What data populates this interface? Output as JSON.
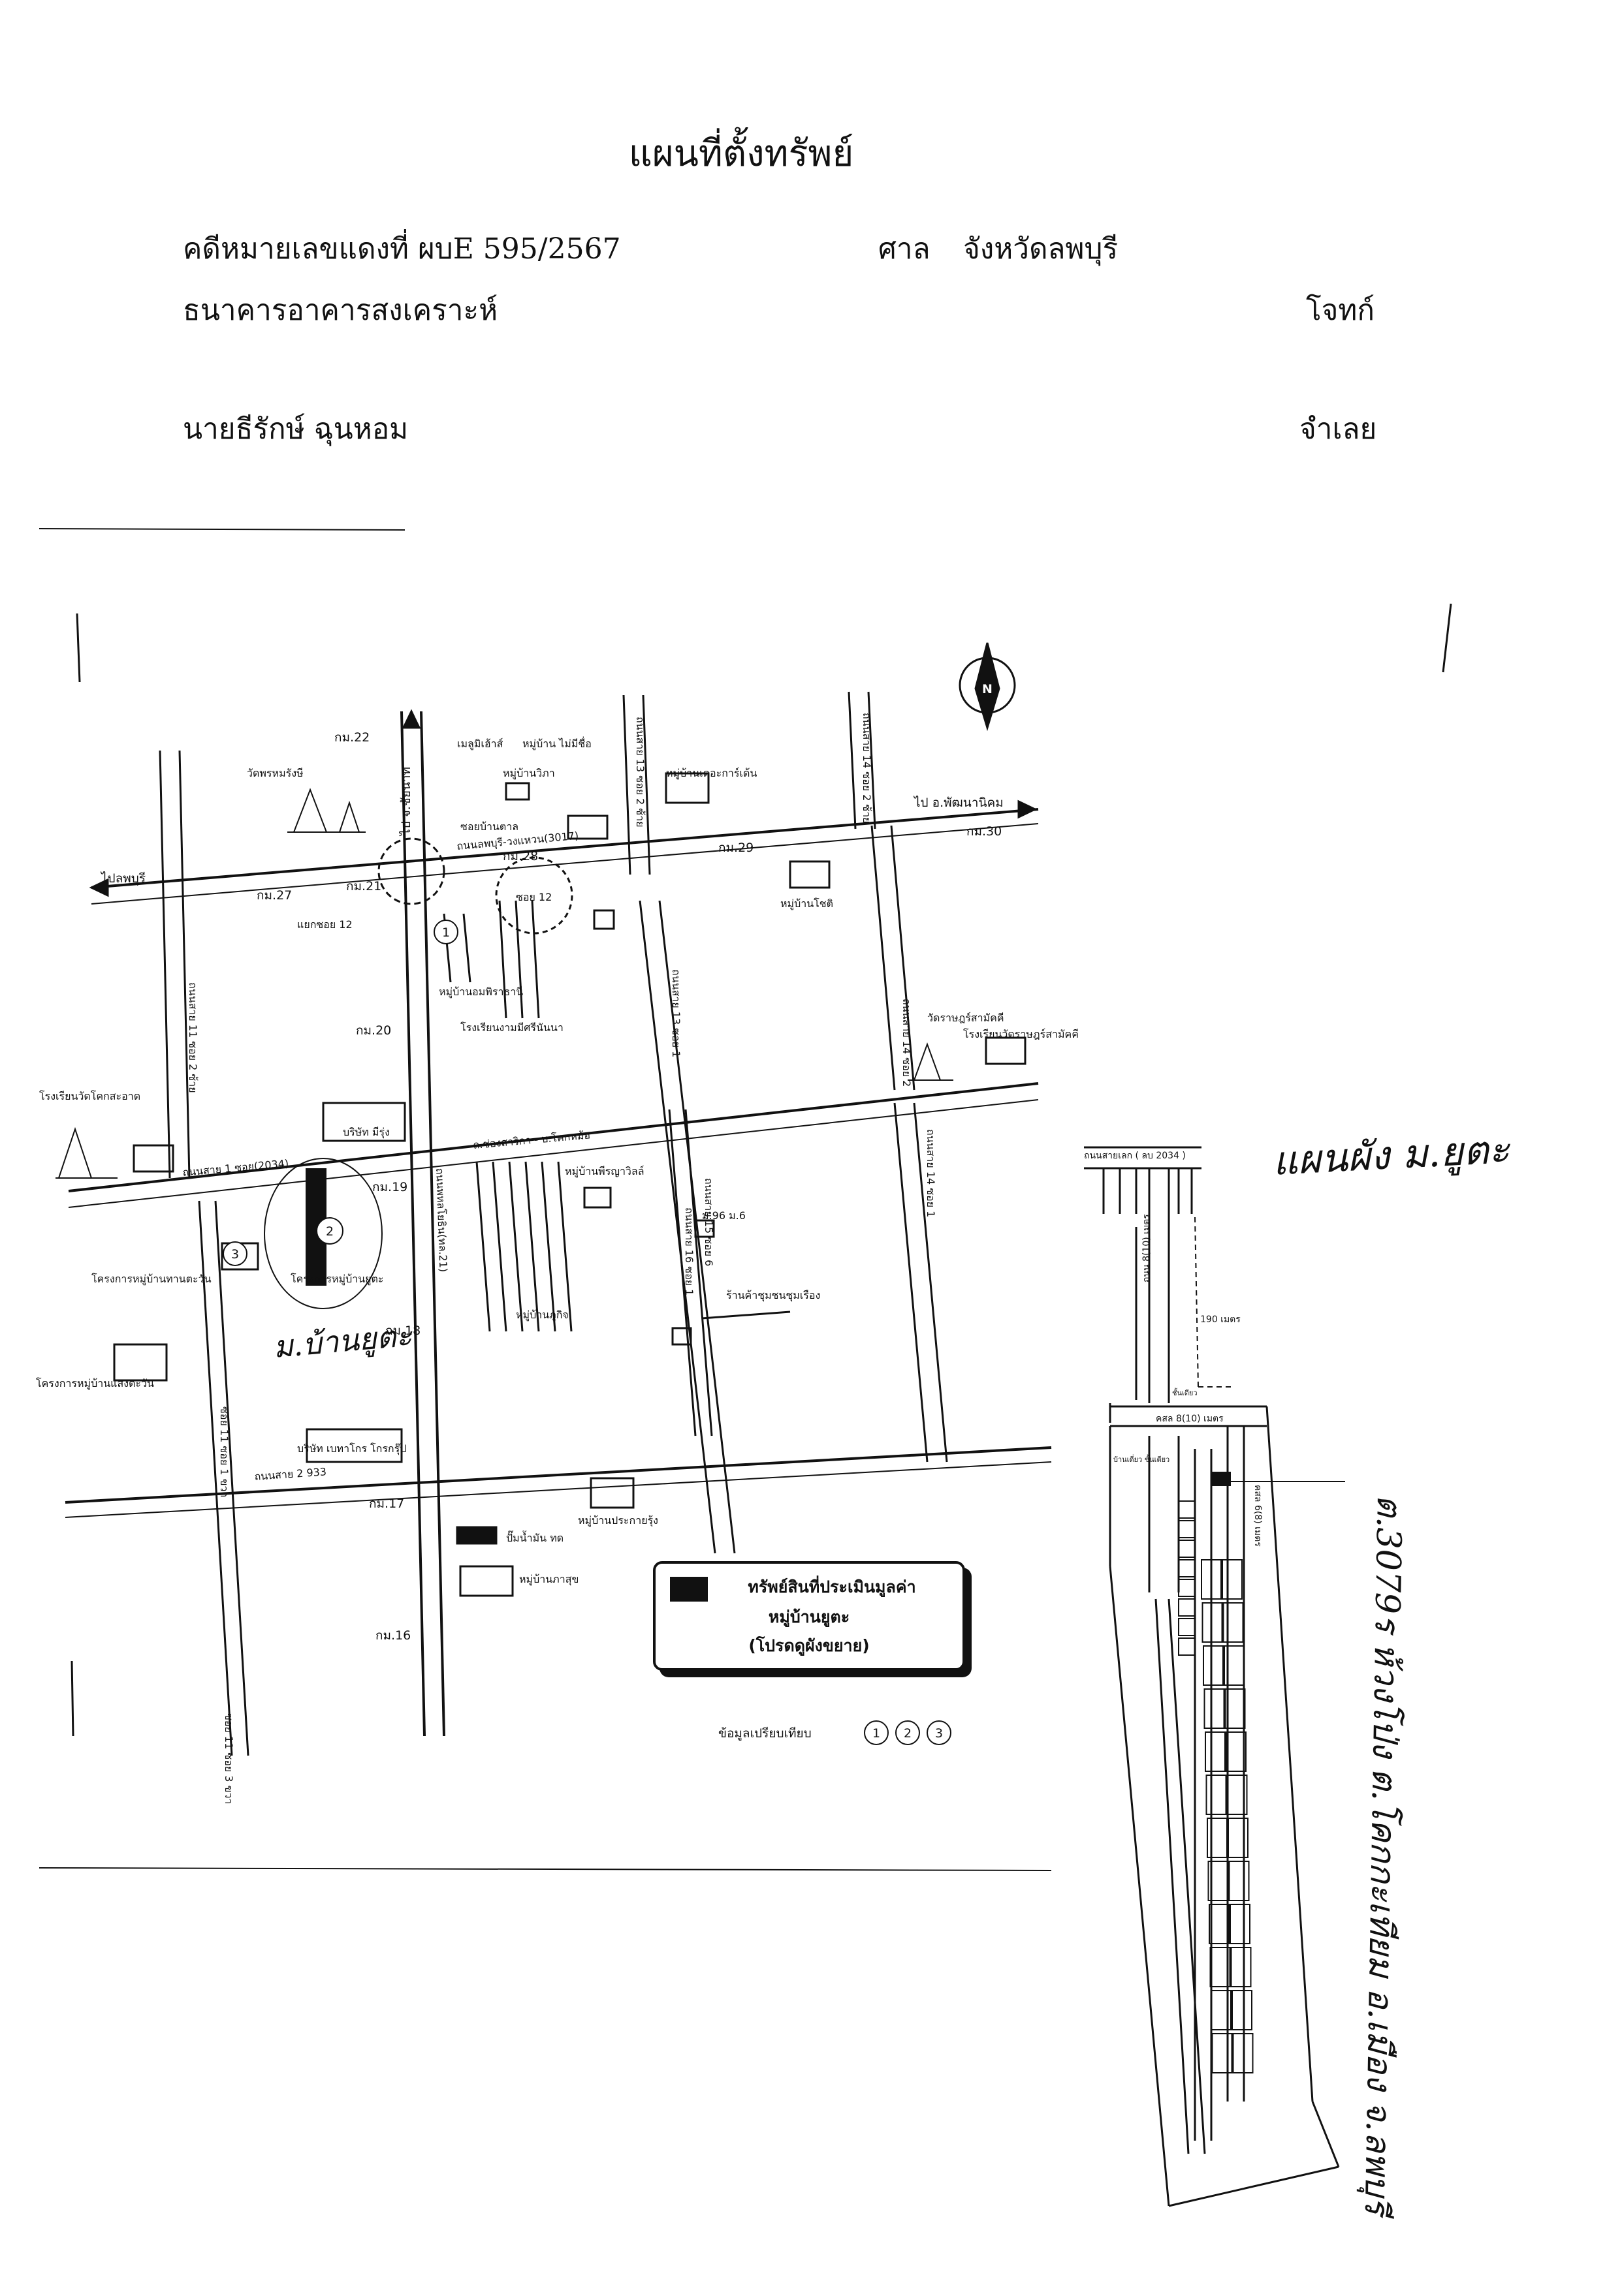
{
  "document": {
    "title": "แผนที่ตั้งทรัพย์",
    "case_label": "คดีหมายเลขแดงที่ ผบE 595/2567",
    "court_label": "ศาล",
    "court_name": "จังหวัดลพบุรี",
    "plaintiff": "ธนาคารอาคารสงเคราะห์",
    "plaintiff_role": "โจทก์",
    "defendant": "นายธีรักษ์ ฉุนหอม",
    "defendant_role": "จำเลย"
  },
  "map": {
    "km_markers": [
      "กม.22",
      "กม.21",
      "กม.27",
      "กม.20",
      "กม.19",
      "กม.18",
      "กม.17",
      "กม.16",
      "กม.29",
      "กม.30",
      "กม.28"
    ],
    "roads": {
      "to_lopburi": "ไปลพบุรี",
      "to_chainat": "ไป จ.ชัยนาท",
      "to_phatthananikhom": "ไป อ.พัฒนานิคม",
      "road_3017": "ถนนลพบุรี-วงแหวน(3017)",
      "road_2034": "ถนนสาย 1 ซอย(2034)",
      "road_2_933": "ถนนสาย 2 933",
      "road_21": "ถนนพหลโยธิน(ทล.21)",
      "road_kok_mo": "ถ.ช่องสาริกา - บ.โคกหม้อ",
      "junction_12": "แยกซอย 12",
      "alley_12": "ซอยบ้านตาล",
      "lane_cho": "ซอย 12",
      "vert_1": "ถนนสาย 11 ซอย 2 ซ้าย",
      "vert_2": "ซอย 11 ซอย 1 ขวา",
      "vert_3": "ซอย 11 ซอย 3 ขวา",
      "vert_4": "ถนนสาย 13 ซอย 2 ซ้าย",
      "vert_5": "ถนนสาย 14 ซอย 2 ซ้าย",
      "vert_6": "ถนนสาย 13 ซอย 1",
      "vert_7": "ถนนสาย 14 ซอย 2",
      "vert_8": "ถนนสาย 14 ซอย 1",
      "vert_9": "ถนนสาย 16 ซอย 1",
      "vert_10": "ถนนสาย 15 ซอย 6"
    },
    "places": {
      "wat_left": "วัดพรหมรังษี",
      "village_1": "เมลูมิเฮ้าส์",
      "village_2": "หมู่บ้าน ไม่มีชื่อ",
      "village_3": "หมู่บ้านวิภา",
      "village_4": "หมู่บ้านเดอะการ์เด้น",
      "village_5": "หมู่บ้านโชติ",
      "village_6": "หมู่บ้านอมพิราธานี",
      "school_1": "โรงเรียนงามมีศรีนันนา",
      "wat_right": "วัดราษฎร์สามัคคี",
      "school_right": "โรงเรียนวัดราษฎร์สามัคคี",
      "school_left": "โรงเรียนวัดโคกสะอาด",
      "company_1": "บริษัท มีรุ่ง",
      "village_7": "หมู่บ้านพีรญาวิลล์",
      "village_8": "หมู่บ้านภูกิจ",
      "project_1": "โครงการหมู่บ้านทานตะวัน",
      "project_2": "โครงการหมู่บ้านยูตะ",
      "project_3": "โครงการหมู่บ้านแสงตะวัน",
      "company_2": "บริษัท เบทาโกร โกรกรุ๊ป",
      "gas": "ปั๊มน้ำมัน ทด",
      "village_9": "หมู่บ้านประกายรุ้ง",
      "village_10": "หมู่บ้านภาสุข",
      "shop_1": "ร้านค้าชุมชนชุมเรือง",
      "km_label_96": "ม.96 ม.6"
    },
    "handwriting": {
      "village_note": "ม.บ้านยูตะ",
      "plan_title": "แผนผัง ม.ยูตะ",
      "parcel_note": "ต.3079ร ห้วงโป่ง ต.โคกกะเทียม อ.เมือง จ.ลพบุรี"
    },
    "legend": {
      "line1": "ทรัพย์สินที่ประเมินมูลค่า",
      "line2": "หมู่บ้านยูตะ",
      "line3": "(โปรดดูผังขยาย)"
    },
    "compare": {
      "label": "ข้อมูลเปรียบเทียบ",
      "items": [
        "1",
        "2",
        "3"
      ]
    }
  },
  "inset": {
    "road_top": "ถนนสายเลก ( ลบ 2034 )",
    "road_v1": "ถนน 8(10) เมตร",
    "road_h": "คสล 8(10) เมตร",
    "road_v2": "คสล 6(8) เมตร",
    "dist": "190 เมตร",
    "lot_label": "ชั้นเดียว",
    "lot_label2": "บ้านเดี่ยว ชั้นเดียว"
  },
  "colors": {
    "ink": "#111111",
    "paper": "#ffffff",
    "subject": "#000000"
  }
}
